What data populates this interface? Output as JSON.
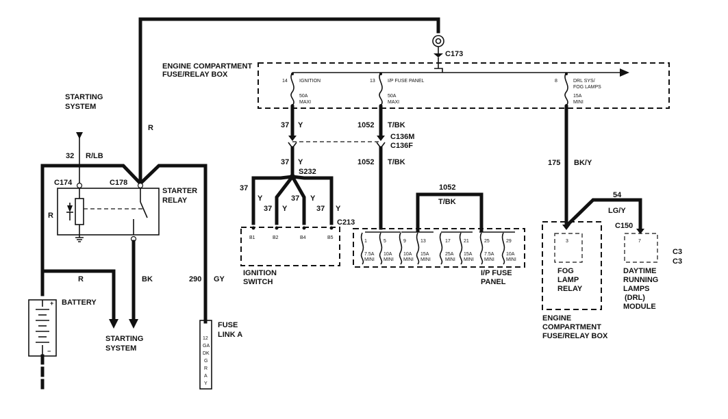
{
  "labels": {
    "starting_system_top": [
      "STARTING",
      "SYSTEM"
    ],
    "r_top": "R",
    "r_left": "R",
    "r_battery": "R",
    "wire_32": "32",
    "wire_32_color": "R/LB",
    "c174": "C174",
    "c178": "C178",
    "starter_relay": [
      "STARTER",
      "RELAY"
    ],
    "bk": "BK",
    "battery": "BATTERY",
    "starting_system_bottom": [
      "STARTING",
      "SYSTEM"
    ],
    "wire_290": "290",
    "wire_290_color": "GY",
    "fuse_link": [
      "FUSE",
      "LINK A"
    ],
    "fuse_link_text": [
      "12",
      "GA",
      "DK",
      "G",
      "R",
      "A",
      "Y"
    ],
    "c173": "C173",
    "engine_box_top": [
      "ENGINE COMPARTMENT",
      "FUSE/RELAY BOX"
    ],
    "fuse14_num": "14",
    "fuse14_name": "IGNITION",
    "fuse14_rating": [
      "50A",
      "MAXI"
    ],
    "fuse13_num": "13",
    "fuse13_name": "I/P FUSE PANEL",
    "fuse13_rating": [
      "50A",
      "MAXI"
    ],
    "fuse8_num": "8",
    "fuse8_name": [
      "DRL SYS/",
      "FOG LAMPS"
    ],
    "fuse8_rating": [
      "15A",
      "MINI"
    ],
    "w37": "37",
    "w37_y": "Y",
    "w1052": "1052",
    "w1052_color": "T/BK",
    "c136m": "C136M",
    "c136f": "C136F",
    "s232": "S232",
    "c213": "C213",
    "ign_pins": [
      "B1",
      "B2",
      "B4",
      "B5"
    ],
    "ignition_switch": [
      "IGNITION",
      "SWITCH"
    ],
    "ip_panel": [
      "I/P FUSE",
      "PANEL"
    ],
    "ip_fuse_nums": [
      "1",
      "5",
      "9",
      "13",
      "17",
      "21",
      "25",
      "29"
    ],
    "ip_fuse_ratings": [
      [
        "7.5A",
        "MINI"
      ],
      [
        "10A",
        "MINI"
      ],
      [
        "10A",
        "MINI"
      ],
      [
        "15A",
        "MINI"
      ],
      [
        "25A",
        "MINI"
      ],
      [
        "15A",
        "MINI"
      ],
      [
        "7.5A",
        "MINI"
      ],
      [
        "10A",
        "MINI"
      ]
    ],
    "w175": "175",
    "w175_color": "BK/Y",
    "w54": "54",
    "w54_color": "LG/Y",
    "c150": "C150",
    "fog_pin": "3",
    "drl_pin": "7",
    "fog_relay": [
      "FOG",
      "LAMP",
      "RELAY"
    ],
    "engine_box_bottom": [
      "ENGINE",
      "COMPARTMENT",
      "FUSE/RELAY BOX"
    ],
    "drl_module": [
      "DAYTIME",
      "RUNNING",
      "LAMPS",
      "(DRL)",
      "MODULE"
    ],
    "c3_edge": [
      "C3",
      "C3"
    ]
  }
}
